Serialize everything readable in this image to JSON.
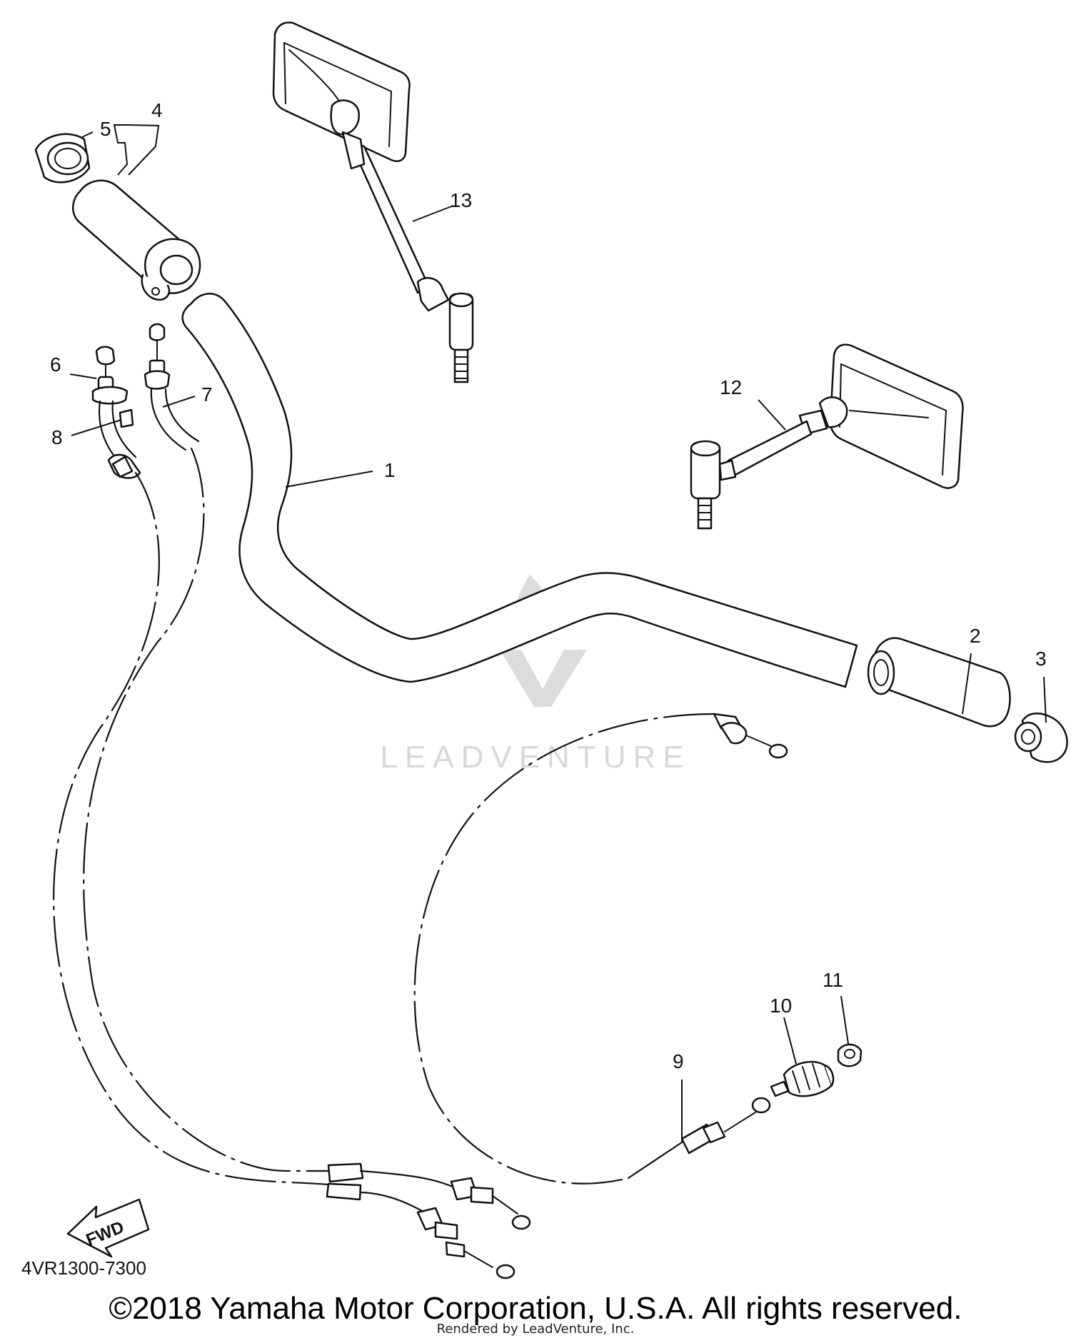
{
  "diagram": {
    "drawing_code": "4VR1300-7300",
    "fwd_label": "FWD",
    "watermark_text": "LEADVENTURE",
    "callouts": [
      {
        "id": "1",
        "label": "1"
      },
      {
        "id": "2",
        "label": "2"
      },
      {
        "id": "3",
        "label": "3"
      },
      {
        "id": "4",
        "label": "4"
      },
      {
        "id": "5",
        "label": "5"
      },
      {
        "id": "6",
        "label": "6"
      },
      {
        "id": "7",
        "label": "7"
      },
      {
        "id": "8",
        "label": "8"
      },
      {
        "id": "9",
        "label": "9"
      },
      {
        "id": "10",
        "label": "10"
      },
      {
        "id": "11",
        "label": "11"
      },
      {
        "id": "12",
        "label": "12"
      },
      {
        "id": "13",
        "label": "13"
      }
    ],
    "line_color": "#111111",
    "watermark_color": "#dcdcdc"
  },
  "footer": {
    "copyright": "©2018 Yamaha Motor Corporation, U.S.A. All rights reserved.",
    "rendered_by": "Rendered by LeadVenture, Inc."
  }
}
